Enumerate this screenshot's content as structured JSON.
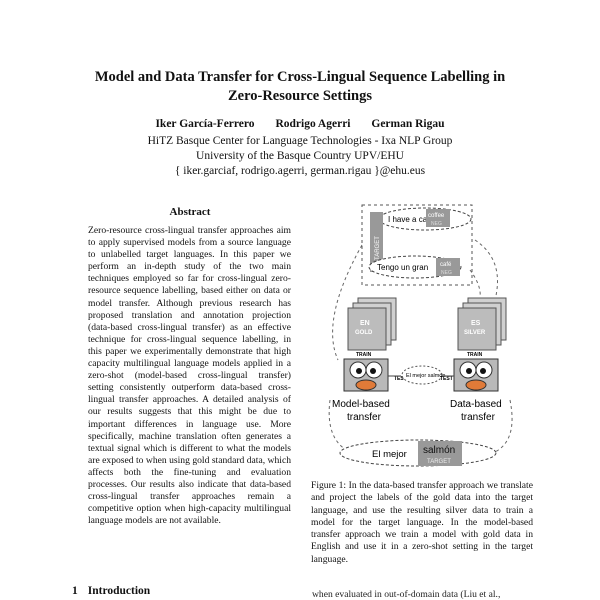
{
  "paper": {
    "title_line1": "Model and Data Transfer for Cross-Lingual Sequence Labelling in",
    "title_line2": "Zero-Resource Settings",
    "authors": [
      "Iker García-Ferrero",
      "Rodrigo Agerri",
      "German Rigau"
    ],
    "affiliation_line1": "HiTZ Basque Center for Language Technologies - Ixa NLP Group",
    "affiliation_line2": "University of the Basque Country UPV/EHU",
    "emails": "{ iker.garciaf, rodrigo.agerri, german.rigau }@ehu.eus"
  },
  "abstract": {
    "heading": "Abstract",
    "text": "Zero-resource cross-lingual transfer approaches aim to apply supervised models from a source language to unlabelled target languages. In this paper we perform an in-depth study of the two main techniques employed so far for cross-lingual zero-resource sequence labelling, based either on data or model transfer. Although previous research has proposed translation and annotation projection (data-based cross-lingual transfer) as an effective technique for cross-lingual sequence labelling, in this paper we experimentally demonstrate that high capacity multilingual language models applied in a zero-shot (model-based cross-lingual transfer) setting consistently outperform data-based cross-lingual transfer approaches. A detailed analysis of our results suggests that this might be due to important differences in language use. More specifically, machine translation often generates a textual signal which is different to what the models are exposed to when using gold standard data, which affects both the fine-tuning and evaluation processes. Our results also indicate that data-based cross-lingual transfer approaches remain a competitive option when high-capacity multilingual language models are not available."
  },
  "figure": {
    "top_sentence_en": "I have a cat",
    "top_entity_en": "coffee",
    "top_tag": "NEG",
    "side_tag": "TARGET",
    "mid_sentence_es": "Tengo un gran",
    "mid_entity_es": "café",
    "mid_tag": "NEG",
    "gold_lang": "EN",
    "gold_label": "GOLD",
    "silver_lang": "ES",
    "silver_label": "SILVER",
    "train_label": "TRAIN",
    "test_label": "TEST",
    "center_sentence": "El mejor salmón",
    "model_based": "Model-based transfer",
    "data_based": "Data-based transfer",
    "bottom_sentence": "El mejor",
    "bottom_entity": "salmón",
    "bottom_tag": "TARGET"
  },
  "caption": "Figure 1: In the data-based transfer approach we translate and project the labels of the gold data into the target language, and use the resulting silver data to train a model for the target language. In the model-based transfer approach we train a model with gold data in English and use it in a zero-shot setting in the target language.",
  "section": {
    "number": "1",
    "title": "Introduction"
  },
  "bottom_text": "when evaluated in out-of-domain data (Liu et al.,"
}
